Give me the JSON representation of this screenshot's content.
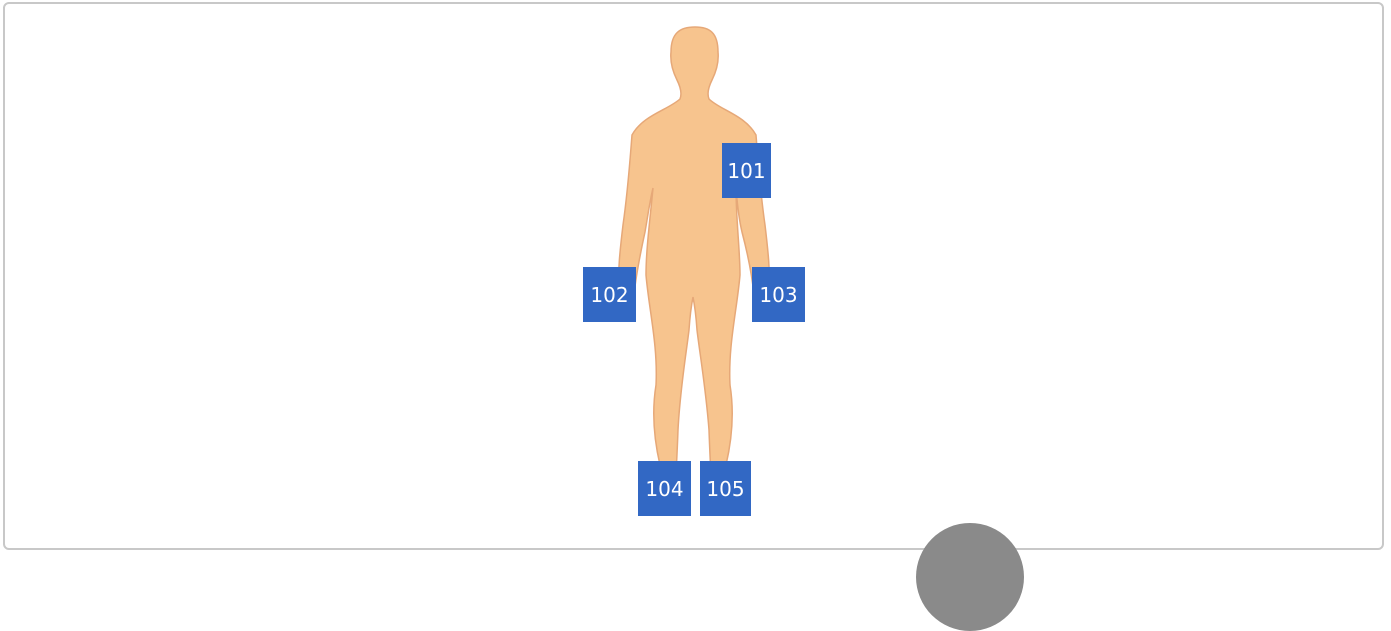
{
  "body_map": {
    "body_color": "#f7c48e",
    "outline_color": "#e6a878",
    "marker_color": "#3268c4",
    "markers": [
      {
        "id": "101",
        "label": "101"
      },
      {
        "id": "102",
        "label": "102"
      },
      {
        "id": "103",
        "label": "103"
      },
      {
        "id": "104",
        "label": "104"
      },
      {
        "id": "105",
        "label": "105"
      }
    ]
  },
  "floating_button": {
    "color": "#8a8a8a"
  }
}
